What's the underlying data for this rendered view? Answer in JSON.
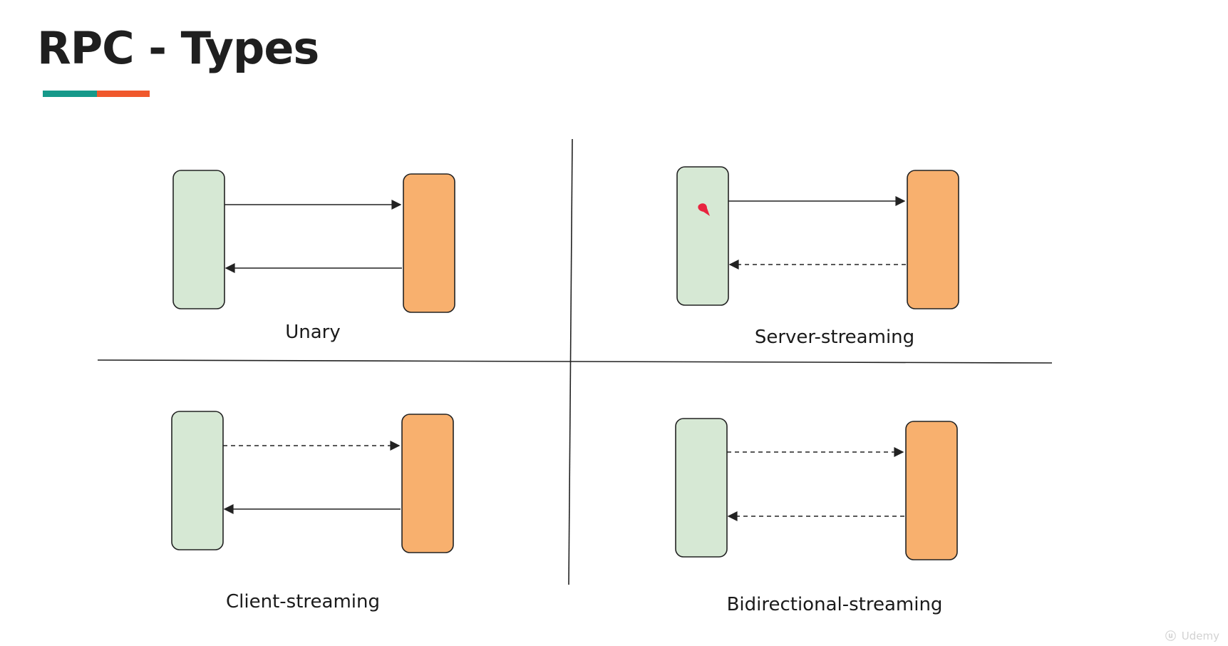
{
  "slide": {
    "title": "RPC - Types"
  },
  "colors": {
    "accent_teal": "#16998a",
    "accent_orange": "#f0582c",
    "client_fill": "#d6e8d4",
    "server_fill": "#f8b06e",
    "stroke": "#222222"
  },
  "quadrants": [
    {
      "label": "Unary",
      "request": "single",
      "response": "single"
    },
    {
      "label": "Server-streaming",
      "request": "single",
      "response": "stream"
    },
    {
      "label": "Client-streaming",
      "request": "stream",
      "response": "single"
    },
    {
      "label": "Bidirectional-streaming",
      "request": "stream",
      "response": "stream"
    }
  ],
  "watermark": {
    "text": "Udemy",
    "icon": "udemy-logo-icon"
  }
}
